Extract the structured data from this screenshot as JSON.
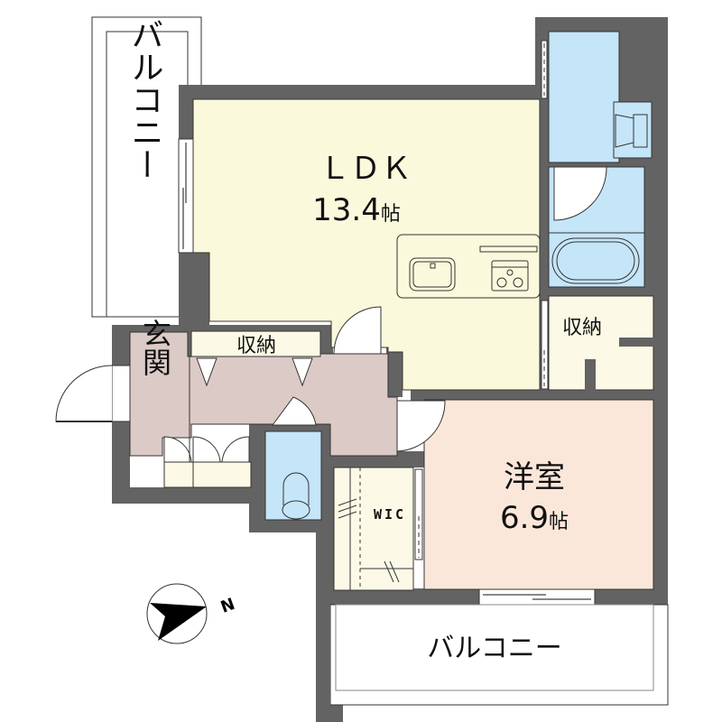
{
  "colors": {
    "wall": "#636363",
    "ldk": "#fbf9dc",
    "western_room": "#fbe7da",
    "entrance": "#dccac6",
    "wet_area": "#c5e5f8",
    "storage": "#fcfae6",
    "balcony": "#ffffff",
    "door_swing": "#ffffff"
  },
  "rooms": {
    "ldk": {
      "name": "ＬＤＫ",
      "size": "13.4",
      "unit": "帖"
    },
    "western_room": {
      "name": "洋室",
      "size": "6.9",
      "unit": "帖"
    },
    "entrance": {
      "name": "玄関"
    },
    "storage_hall": {
      "name": "収納"
    },
    "storage_right": {
      "name": "収納"
    },
    "wic": {
      "name": "WIC"
    },
    "balcony_left": {
      "name": "バルコニー"
    },
    "balcony_bottom": {
      "name": "バルコニー"
    }
  },
  "compass": {
    "label": "N"
  }
}
